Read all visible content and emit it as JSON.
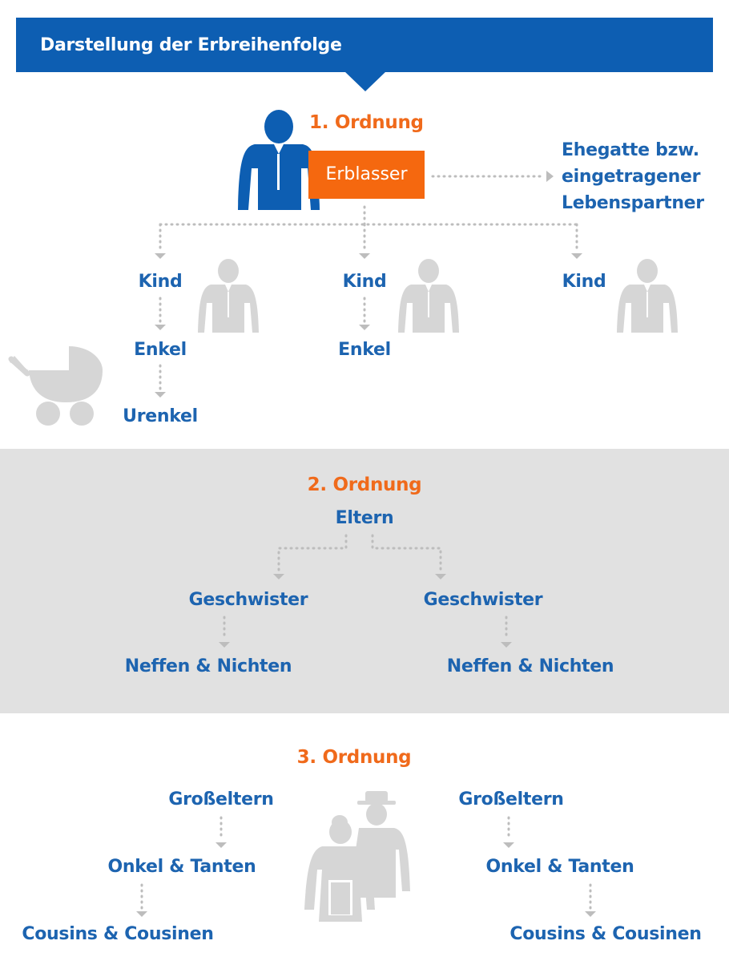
{
  "header": {
    "title": "Darstellung der Erbreihenfolge"
  },
  "colors": {
    "brand_blue": "#0d5eb2",
    "accent_orange": "#f5680f",
    "band_gray": "#e1e1e1",
    "icon_gray": "#d6d6d6"
  },
  "order1": {
    "title": "1. Ordnung",
    "deceased": "Erblasser",
    "spouse": [
      "Ehegatte bzw.",
      "eingetragener",
      "Lebenspartner"
    ],
    "child_left": "Kind",
    "child_mid": "Kind",
    "child_right": "Kind",
    "grandchild_left": "Enkel",
    "grandchild_mid": "Enkel",
    "greatgrandchild": "Urenkel"
  },
  "order2": {
    "title": "2. Ordnung",
    "parents": "Eltern",
    "siblings_left": "Geschwister",
    "siblings_right": "Geschwister",
    "nephews_left": "Neffen & Nichten",
    "nephews_right": "Neffen & Nichten"
  },
  "order3": {
    "title": "3. Ordnung",
    "grandparents_left": "Großeltern",
    "grandparents_right": "Großeltern",
    "uncles_left": "Onkel & Tanten",
    "uncles_right": "Onkel & Tanten",
    "cousins_left": "Cousins & Cousinen",
    "cousins_right": "Cousins & Cousinen"
  },
  "icons": [
    "person-icon",
    "baby-stroller-icon",
    "grandparents-icon"
  ]
}
